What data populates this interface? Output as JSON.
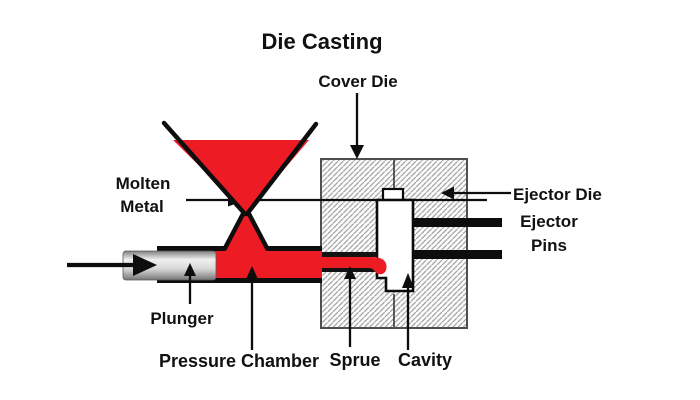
{
  "title": "Die Casting",
  "labels": {
    "cover_die": "Cover Die",
    "molten_metal": {
      "line1": "Molten",
      "line2": "Metal"
    },
    "ejector_die": "Ejector Die",
    "ejector_pins": {
      "line1": "Ejector",
      "line2": "Pins"
    },
    "plunger": "Plunger",
    "pressure_chamber": "Pressure Chamber",
    "sprue": "Sprue",
    "cavity": "Cavity"
  },
  "colors": {
    "molten_metal_red": "#ED1C24",
    "outline_black": "#0d0d0d",
    "die_hatch_line": "#999999",
    "die_border_gray": "#555555",
    "plunger_gray": "#d8d8d8",
    "background": "#ffffff"
  }
}
